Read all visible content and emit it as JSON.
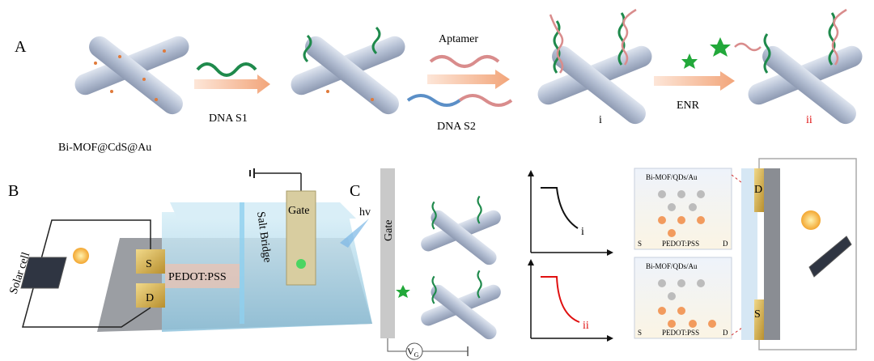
{
  "panel_a": {
    "label": "A",
    "material_label": "Bi-MOF@CdS@Au",
    "step1_label": "DNA S1",
    "aptamer_label": "Aptamer",
    "dna_s2_label": "DNA S2",
    "state_i_label": "i",
    "enr_label": "ENR",
    "state_ii_label": "ii"
  },
  "panel_b": {
    "label": "B",
    "solar_cell_label": "Solar cell",
    "source_label": "S",
    "drain_label": "D",
    "channel_label": "PEDOT:PSS",
    "salt_bridge_label": "Salt Bridge",
    "gate_label": "Gate",
    "light_label": "hv"
  },
  "panel_c": {
    "label": "C",
    "gate_label": "Gate",
    "vg_label": "V",
    "vg_sub": "G",
    "curve_i_label": "i",
    "curve_ii_label": "ii",
    "box_top_title": "Bi-MOF/QDs/Au",
    "box_bottom_title": "Bi-MOF/QDs/Au",
    "box_s": "S",
    "box_d": "D",
    "box_channel": "PEDOT:PSS",
    "right_d": "D",
    "right_s": "S"
  },
  "colors": {
    "green_dna": "#1f8a4c",
    "pink_dna": "#d98c8c",
    "blue_dna": "#5b8fc7",
    "gold": "#c9a94a",
    "red_curve": "#e01010",
    "star_green": "#22a83a",
    "rod": "#b9c4d8",
    "water": "#a9d6ea"
  }
}
